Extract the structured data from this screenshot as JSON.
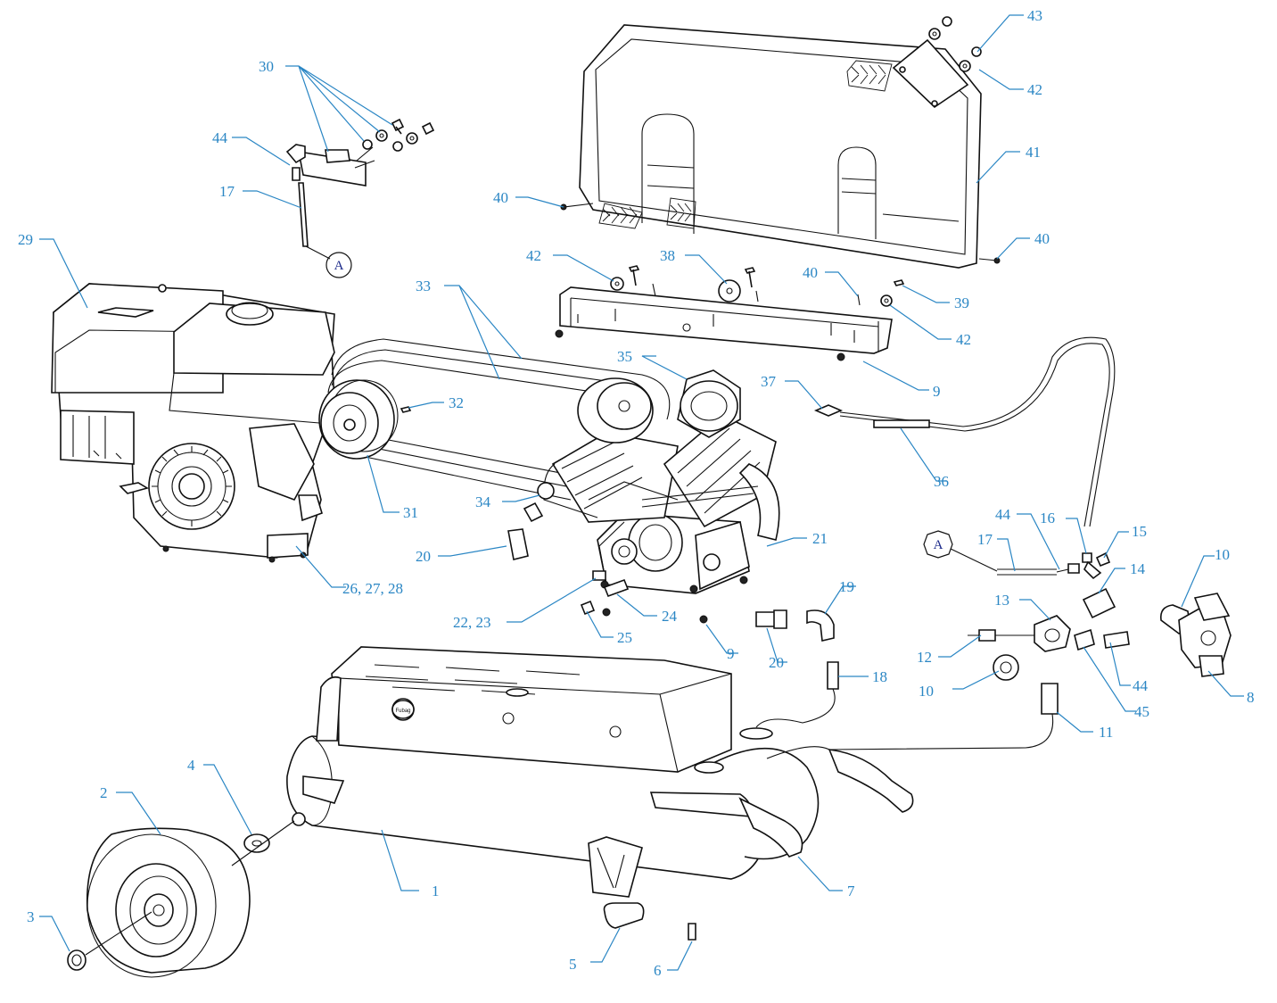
{
  "diagram": {
    "callouts": [
      {
        "id": "c-1",
        "text": "1"
      },
      {
        "id": "c-2",
        "text": "2"
      },
      {
        "id": "c-3",
        "text": "3"
      },
      {
        "id": "c-4",
        "text": "4"
      },
      {
        "id": "c-5",
        "text": "5"
      },
      {
        "id": "c-6",
        "text": "6"
      },
      {
        "id": "c-7",
        "text": "7"
      },
      {
        "id": "c-8",
        "text": "8"
      },
      {
        "id": "c-9a",
        "text": "9"
      },
      {
        "id": "c-9b",
        "text": "9"
      },
      {
        "id": "c-10a",
        "text": "10"
      },
      {
        "id": "c-10b",
        "text": "10"
      },
      {
        "id": "c-11",
        "text": "11"
      },
      {
        "id": "c-12",
        "text": "12"
      },
      {
        "id": "c-13",
        "text": "13"
      },
      {
        "id": "c-14",
        "text": "14"
      },
      {
        "id": "c-15",
        "text": "15"
      },
      {
        "id": "c-16",
        "text": "16"
      },
      {
        "id": "c-17a",
        "text": "17"
      },
      {
        "id": "c-17b",
        "text": "17"
      },
      {
        "id": "c-18",
        "text": "18"
      },
      {
        "id": "c-19",
        "text": "19"
      },
      {
        "id": "c-20a",
        "text": "20"
      },
      {
        "id": "c-20b",
        "text": "20"
      },
      {
        "id": "c-21",
        "text": "21"
      },
      {
        "id": "c-2223",
        "text": "22, 23"
      },
      {
        "id": "c-24",
        "text": "24"
      },
      {
        "id": "c-25",
        "text": "25"
      },
      {
        "id": "c-262728",
        "text": "26, 27, 28"
      },
      {
        "id": "c-29",
        "text": "29"
      },
      {
        "id": "c-30",
        "text": "30"
      },
      {
        "id": "c-31",
        "text": "31"
      },
      {
        "id": "c-32",
        "text": "32"
      },
      {
        "id": "c-33",
        "text": "33"
      },
      {
        "id": "c-34",
        "text": "34"
      },
      {
        "id": "c-35",
        "text": "35"
      },
      {
        "id": "c-36",
        "text": "36"
      },
      {
        "id": "c-37",
        "text": "37"
      },
      {
        "id": "c-38",
        "text": "38"
      },
      {
        "id": "c-39",
        "text": "39"
      },
      {
        "id": "c-40a",
        "text": "40"
      },
      {
        "id": "c-40b",
        "text": "40"
      },
      {
        "id": "c-40c",
        "text": "40"
      },
      {
        "id": "c-41",
        "text": "41"
      },
      {
        "id": "c-42a",
        "text": "42"
      },
      {
        "id": "c-42b",
        "text": "42"
      },
      {
        "id": "c-42c",
        "text": "42"
      },
      {
        "id": "c-43",
        "text": "43"
      },
      {
        "id": "c-44a",
        "text": "44"
      },
      {
        "id": "c-44b",
        "text": "44"
      },
      {
        "id": "c-44c",
        "text": "44"
      },
      {
        "id": "c-45",
        "text": "45"
      }
    ],
    "reference_markers": [
      {
        "id": "ref-a-top",
        "text": "A"
      },
      {
        "id": "ref-a-right",
        "text": "A"
      }
    ],
    "logo_text": "Fubag",
    "colors": {
      "callout": "#2a86c4",
      "line": "#111111",
      "marker_text": "#1c2a8a"
    }
  }
}
